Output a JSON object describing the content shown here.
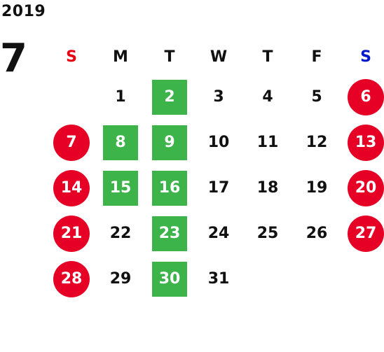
{
  "year": "2019",
  "month": "7",
  "weekdays": [
    {
      "label": "S",
      "kind": "sun"
    },
    {
      "label": "M",
      "kind": ""
    },
    {
      "label": "T",
      "kind": ""
    },
    {
      "label": "W",
      "kind": ""
    },
    {
      "label": "T",
      "kind": ""
    },
    {
      "label": "F",
      "kind": ""
    },
    {
      "label": "S",
      "kind": "sat"
    }
  ],
  "weeks": [
    [
      {
        "day": "",
        "style": ""
      },
      {
        "day": "1",
        "style": ""
      },
      {
        "day": "2",
        "style": "marked"
      },
      {
        "day": "3",
        "style": ""
      },
      {
        "day": "4",
        "style": ""
      },
      {
        "day": "5",
        "style": ""
      },
      {
        "day": "6",
        "style": "holiday"
      }
    ],
    [
      {
        "day": "7",
        "style": "holiday"
      },
      {
        "day": "8",
        "style": "marked"
      },
      {
        "day": "9",
        "style": "marked"
      },
      {
        "day": "10",
        "style": ""
      },
      {
        "day": "11",
        "style": ""
      },
      {
        "day": "12",
        "style": ""
      },
      {
        "day": "13",
        "style": "holiday"
      }
    ],
    [
      {
        "day": "14",
        "style": "holiday"
      },
      {
        "day": "15",
        "style": "marked"
      },
      {
        "day": "16",
        "style": "marked"
      },
      {
        "day": "17",
        "style": ""
      },
      {
        "day": "18",
        "style": ""
      },
      {
        "day": "19",
        "style": ""
      },
      {
        "day": "20",
        "style": "holiday"
      }
    ],
    [
      {
        "day": "21",
        "style": "holiday"
      },
      {
        "day": "22",
        "style": ""
      },
      {
        "day": "23",
        "style": "marked"
      },
      {
        "day": "24",
        "style": ""
      },
      {
        "day": "25",
        "style": ""
      },
      {
        "day": "26",
        "style": ""
      },
      {
        "day": "27",
        "style": "holiday"
      }
    ],
    [
      {
        "day": "28",
        "style": "holiday"
      },
      {
        "day": "29",
        "style": ""
      },
      {
        "day": "30",
        "style": "marked"
      },
      {
        "day": "31",
        "style": ""
      },
      {
        "day": "",
        "style": ""
      },
      {
        "day": "",
        "style": ""
      },
      {
        "day": "",
        "style": ""
      }
    ]
  ],
  "colors": {
    "holiday": "#e60026",
    "marked": "#3cb44a",
    "sunday_label": "#e60012",
    "saturday_label": "#0018c8"
  }
}
